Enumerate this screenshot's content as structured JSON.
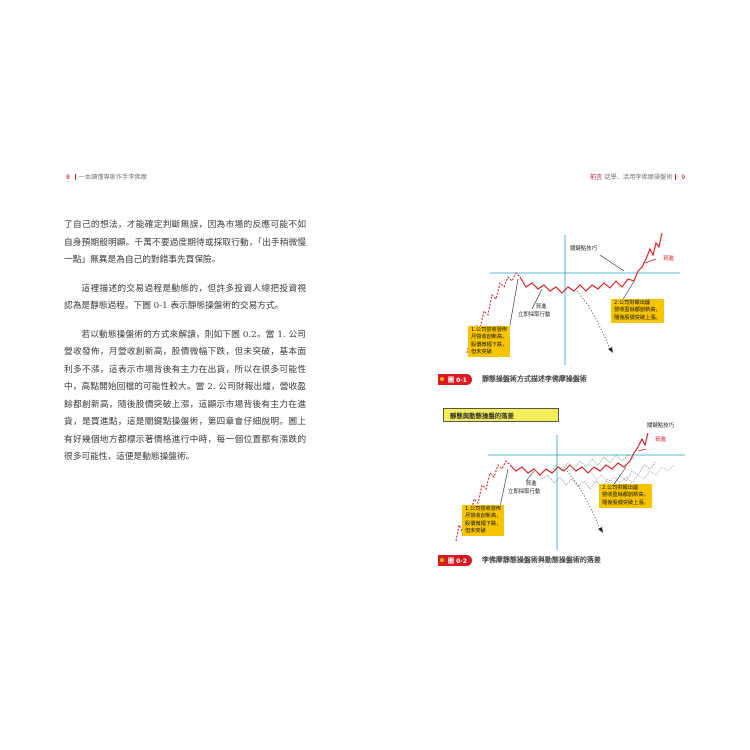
{
  "header": {
    "left_page_number": "8",
    "left_book_title": "一本讀懂專家作手李佛摩",
    "right_chapter": "前言",
    "right_title": "話學、活用李佛摩操盤術",
    "right_page_number": "9"
  },
  "body_paragraphs": [
    "了自己的想法，才能確定判斷無誤，因為市場的反應可能不如自身預期般明顯。千萬不要過度期待或採取行動，「出手稍微慢一點」無異是為自己的對錯事先買保險。",
    "這裡描述的交易過程是動態的，但許多投資人總把投資視認為是靜態過程。下圖 0-1 表示靜態操盤術的交易方式。",
    "若以動態操盤術的方式來解讀，則如下圖 0.2。當 1. 公司營收發佈，月營收創新高，股價微幅下跌，但未突破，基本面利多不漲，這表示市場背後有主力在出貨，所以在很多可能性中，高點開始回檔的可能性較大。當 2. 公司財報出爐，營收盈餘都創新高，隨後股價突破上漲，這顯示市場背後有主力在進貨，是買進點，這是關鍵點操盤術，第四章會仔細說明。圖上有好幾個地方都標示著價格進行中時，每一個位置都有漲跌的很多可能性，這便是動態操盤術。"
  ],
  "figure1": {
    "badge": "圖 0-1",
    "caption": "靜態操盤術方式描述李佛摩操盤術",
    "label_pivot": "關鍵點技巧",
    "label_buy": "買進",
    "label_buy_action_line1": "買進",
    "label_buy_action_line2": "立即採取行動",
    "box1": [
      "1.公司營收發佈",
      "月營收創新高，",
      "股價微幅下跌，",
      "但未突破"
    ],
    "box2": [
      "2.公司財報出爐",
      "營收盈餘都創新高，",
      "隨後股價突破上漲。"
    ]
  },
  "figure2": {
    "title": "靜態與動態操盤的落差",
    "badge": "圖 0-2",
    "caption": "李佛摩靜態操盤術與動態操盤術的落差",
    "label_pivot": "關鍵點技巧",
    "label_buy": "買進",
    "label_buy_action_line1": "買進",
    "label_buy_action_line2": "立即採取行動",
    "box1": [
      "1.公司營收發佈",
      "月營收創新高，",
      "股價微幅下跌，",
      "但未突破"
    ],
    "box2": [
      "2.公司財報出爐",
      "營收盈餘都創新高，",
      "隨後股價突破上漲。"
    ]
  }
}
